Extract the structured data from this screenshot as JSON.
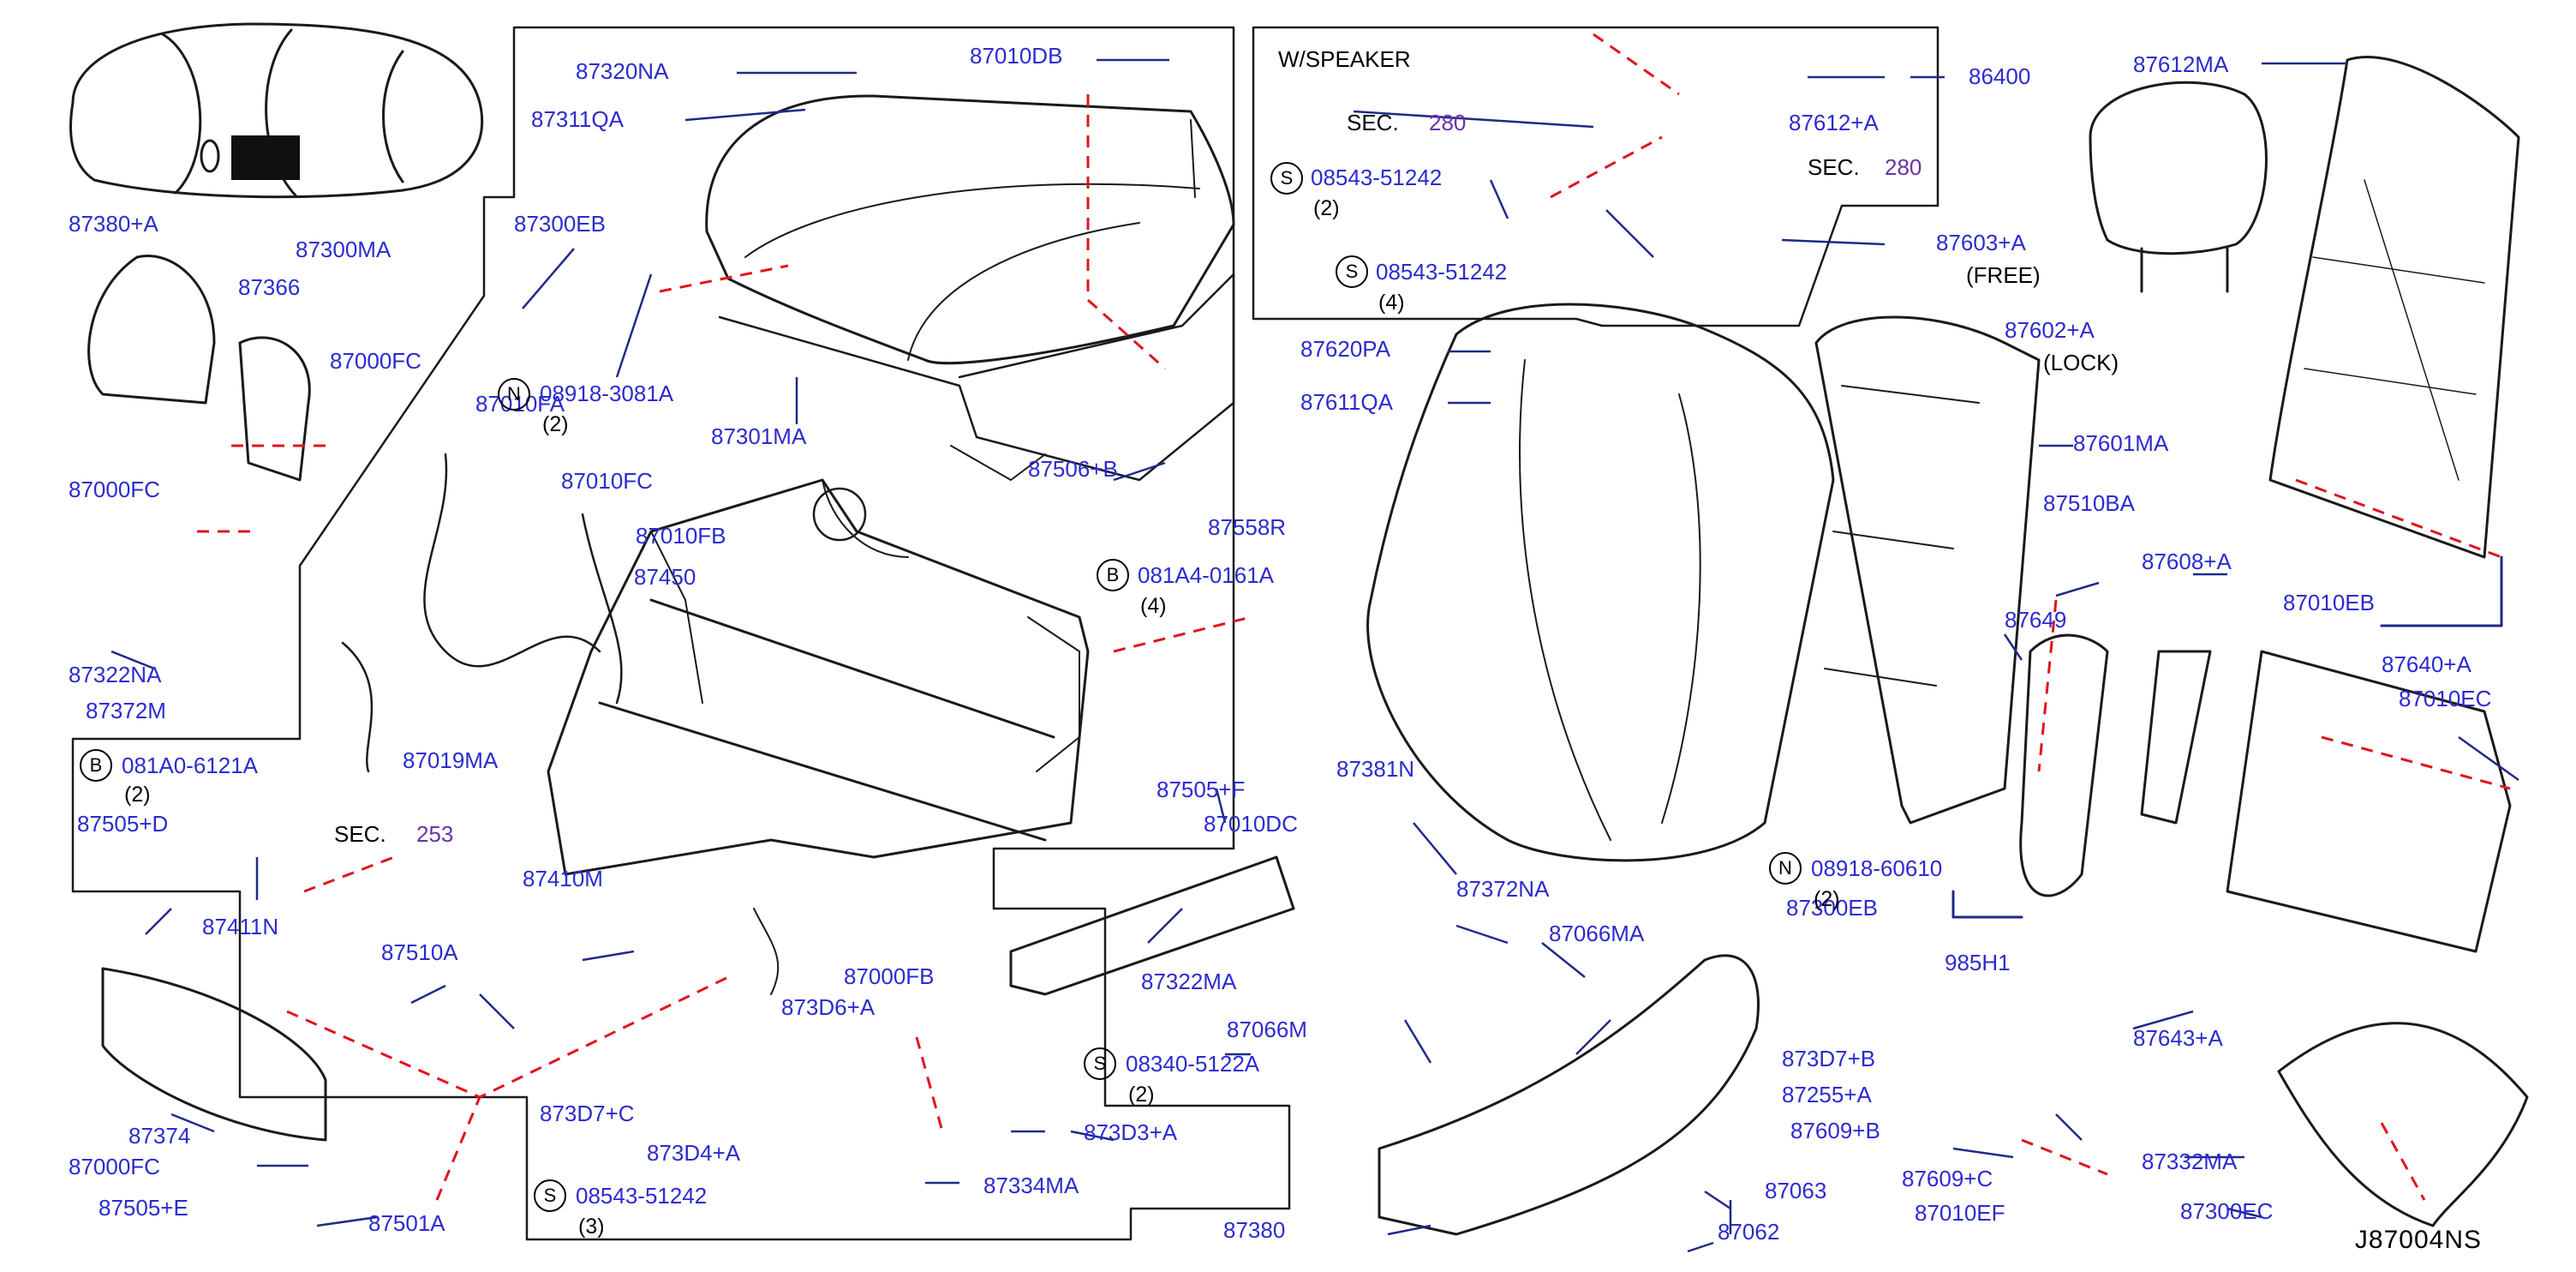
{
  "diagram_code": "J87004NS",
  "colors": {
    "label": "#2b2bd0",
    "sec_ref": "#6a32a8",
    "leader": "#1f2a8a",
    "dash": "#e0141e",
    "outline": "#1a1a1a"
  },
  "labels": {
    "p87380a": "87380+A",
    "p87366": "87366",
    "p87000fc_a": "87000FC",
    "p87000fc_b": "87000FC",
    "p87000fc_c": "87000FC",
    "p87322na": "87322NA",
    "p87372m": "87372M",
    "p87300ma": "87300MA",
    "p87320na": "87320NA",
    "p87311qa": "87311QA",
    "p87300eb_a": "87300EB",
    "p87300eb_b": "87300EB",
    "p87010db": "87010DB",
    "p87301ma": "87301MA",
    "p87010fa": "87010FA",
    "p87010fc": "87010FC",
    "p87010fb": "87010FB",
    "p87450": "87450",
    "p87019ma": "87019MA",
    "p87506b": "87506+B",
    "p87558r": "87558R",
    "p87505f": "87505+F",
    "p87010dc": "87010DC",
    "p87322ma": "87322MA",
    "p87505d": "87505+D",
    "p87411n": "87411N",
    "p87410m": "87410M",
    "p87510a": "87510A",
    "p87374": "87374",
    "p87505e": "87505+E",
    "p87501a": "87501A",
    "p873d7c": "873D7+C",
    "p87000fb": "87000FB",
    "p873d6a": "873D6+A",
    "p873d4a": "873D4+A",
    "p87334ma": "87334MA",
    "p873d3a": "873D3+A",
    "p87380": "87380",
    "p87612a": "87612+A",
    "p86400": "86400",
    "p87612ma": "87612MA",
    "p87603a": "87603+A",
    "p87602a": "87602+A",
    "p87620pa": "87620PA",
    "p87611qa": "87611QA",
    "p87601ma": "87601MA",
    "p87510ba": "87510BA",
    "p87608a": "87608+A",
    "p87649": "87649",
    "p87010eb": "87010EB",
    "p87640a": "87640+A",
    "p87010ec": "87010EC",
    "p87381n": "87381N",
    "p87372na": "87372NA",
    "p87066ma": "87066MA",
    "p87066m": "87066M",
    "p985h1": "985H1",
    "p873d7b": "873D7+B",
    "p87255a": "87255+A",
    "p87609b": "87609+B",
    "p87609c": "87609+C",
    "p87010ef": "87010EF",
    "p87643a": "87643+A",
    "p87332ma": "87332MA",
    "p87300ec": "87300EC",
    "p87063": "87063",
    "p87062": "87062"
  },
  "callouts": {
    "wspeaker": "W/SPEAKER",
    "sec1": "SEC.",
    "sec1_num": "280",
    "sec2": "SEC.",
    "sec2_num": "280",
    "sec3": "SEC.",
    "sec3_num": "253",
    "free": "(FREE)",
    "lock": "(LOCK)"
  },
  "fasteners": [
    {
      "key": "f1",
      "prefix": "S",
      "part": "08543-51242",
      "qty": "(2)"
    },
    {
      "key": "f2",
      "prefix": "S",
      "part": "08543-51242",
      "qty": "(4)"
    },
    {
      "key": "f3",
      "prefix": "N",
      "part": "08918-3081A",
      "qty": "(2)"
    },
    {
      "key": "f4",
      "prefix": "B",
      "part": "081A4-0161A",
      "qty": "(4)"
    },
    {
      "key": "f5",
      "prefix": "B",
      "part": "081A0-6121A",
      "qty": "(2)"
    },
    {
      "key": "f6",
      "prefix": "S",
      "part": "08340-5122A",
      "qty": "(2)"
    },
    {
      "key": "f7",
      "prefix": "S",
      "part": "08543-51242",
      "qty": "(3)"
    },
    {
      "key": "f8",
      "prefix": "N",
      "part": "08918-60610",
      "qty": "(2)"
    }
  ]
}
